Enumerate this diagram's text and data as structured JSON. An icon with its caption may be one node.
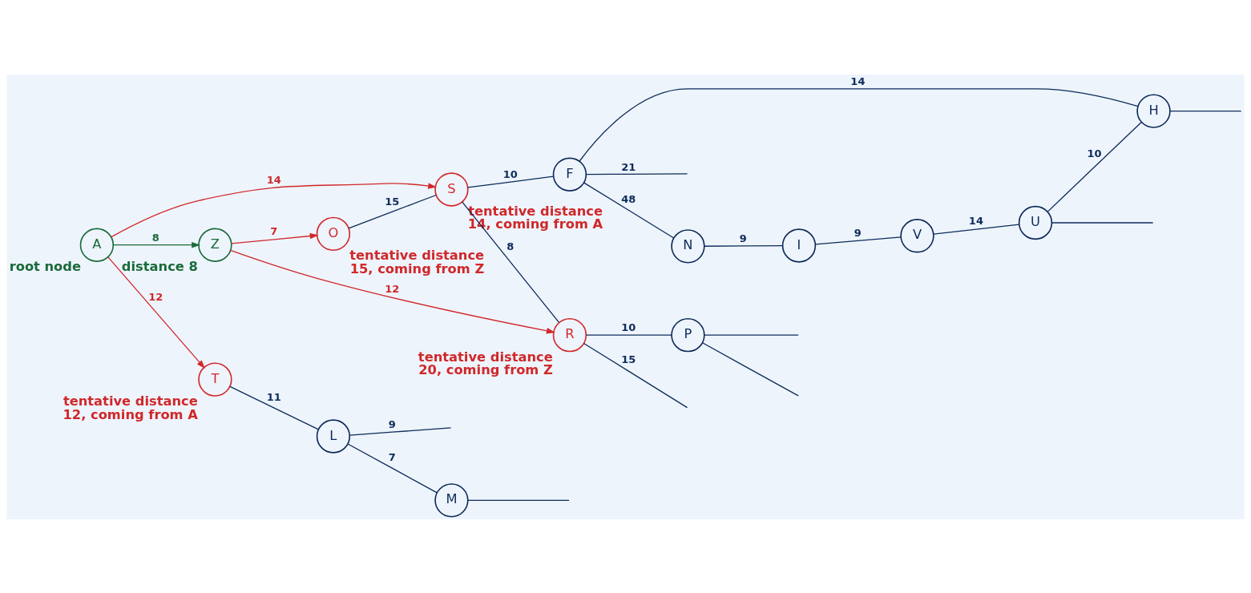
{
  "diagram": {
    "nodes": [
      {
        "text": [
          "A"
        ],
        "beside": [
          "root node"
        ]
      },
      {
        "text": [
          "Z"
        ],
        "beside": [
          "distance 8"
        ]
      },
      {
        "text": [
          "O"
        ],
        "beside": [
          "tentative distance 15, coming from Z"
        ]
      },
      {
        "text": [
          "S"
        ],
        "beside": [
          "tentative distance 14, coming from A"
        ]
      },
      {
        "text": [
          "T"
        ],
        "beside": [
          "tentative distance 12, coming from A"
        ]
      },
      {
        "text": [
          "R"
        ],
        "beside": [
          "tentative distance 20, coming from Z"
        ]
      },
      {
        "text": [
          "N"
        ]
      },
      {
        "text": [
          "I"
        ]
      },
      {
        "text": [
          "V"
        ]
      },
      {
        "text": [
          "F"
        ]
      },
      {
        "text": [
          "L"
        ]
      },
      {
        "text": [
          "M"
        ]
      },
      {
        "text": [
          "P"
        ]
      },
      {
        "text": [
          "U"
        ]
      },
      {
        "text": [
          "H"
        ]
      }
    ],
    "edges": [
      {
        "from": 0,
        "to": 1,
        "arrow": "to",
        "label": "8",
        "color": "#1a6b3a"
      },
      {
        "from": 1,
        "to": 2,
        "arrow": "to",
        "label": "7",
        "color": "#d0282a"
      },
      {
        "from": 0,
        "to": 3,
        "arrow": "to",
        "label": "14",
        "color": "#d0282a"
      },
      {
        "from": 1,
        "to": 5,
        "arrow": "to",
        "label": "12",
        "color": "#d0282a"
      },
      {
        "from": 0,
        "to": 4,
        "arrow": "to",
        "label": "12",
        "color": "#d0282a"
      },
      {
        "from": 2,
        "to": 3,
        "arrow": "none",
        "label": "15"
      },
      {
        "from": 3,
        "to": 9,
        "arrow": "none",
        "label": "10"
      },
      {
        "from": 3,
        "to": 5,
        "arrow": "none",
        "label": "8"
      },
      {
        "from": 9,
        "to": 6,
        "arrow": "none",
        "label": "48"
      },
      {
        "from": 6,
        "to": 7,
        "arrow": "none",
        "label": "9"
      },
      {
        "from": 7,
        "to": 8,
        "arrow": "none",
        "label": "9"
      },
      {
        "from": 9,
        "to": 14,
        "arrow": "none",
        "label": "14"
      },
      {
        "from": 9,
        "to": null,
        "arrow": "none",
        "label": "21"
      },
      {
        "from": 8,
        "to": 13,
        "arrow": "none",
        "label": "14"
      },
      {
        "from": 13,
        "to": 14,
        "arrow": "none",
        "label": "10"
      },
      {
        "from": 4,
        "to": 10,
        "arrow": "none",
        "label": "11"
      },
      {
        "from": 10,
        "to": 11,
        "arrow": "none",
        "label": "7"
      },
      {
        "from": 10,
        "to": null,
        "arrow": "none",
        "label": "9"
      },
      {
        "from": 5,
        "to": 12,
        "arrow": "none",
        "label": "10"
      },
      {
        "from": 5,
        "to": null,
        "arrow": "none",
        "label": "15"
      },
      {
        "from": 12,
        "to": null,
        "arrow": "none"
      },
      {
        "from": 12,
        "to": null,
        "arrow": "none"
      },
      {
        "from": 13,
        "to": null,
        "arrow": "none"
      },
      {
        "from": 14,
        "to": null,
        "arrow": "none"
      },
      {
        "from": 11,
        "to": null,
        "arrow": "none"
      }
    ]
  }
}
